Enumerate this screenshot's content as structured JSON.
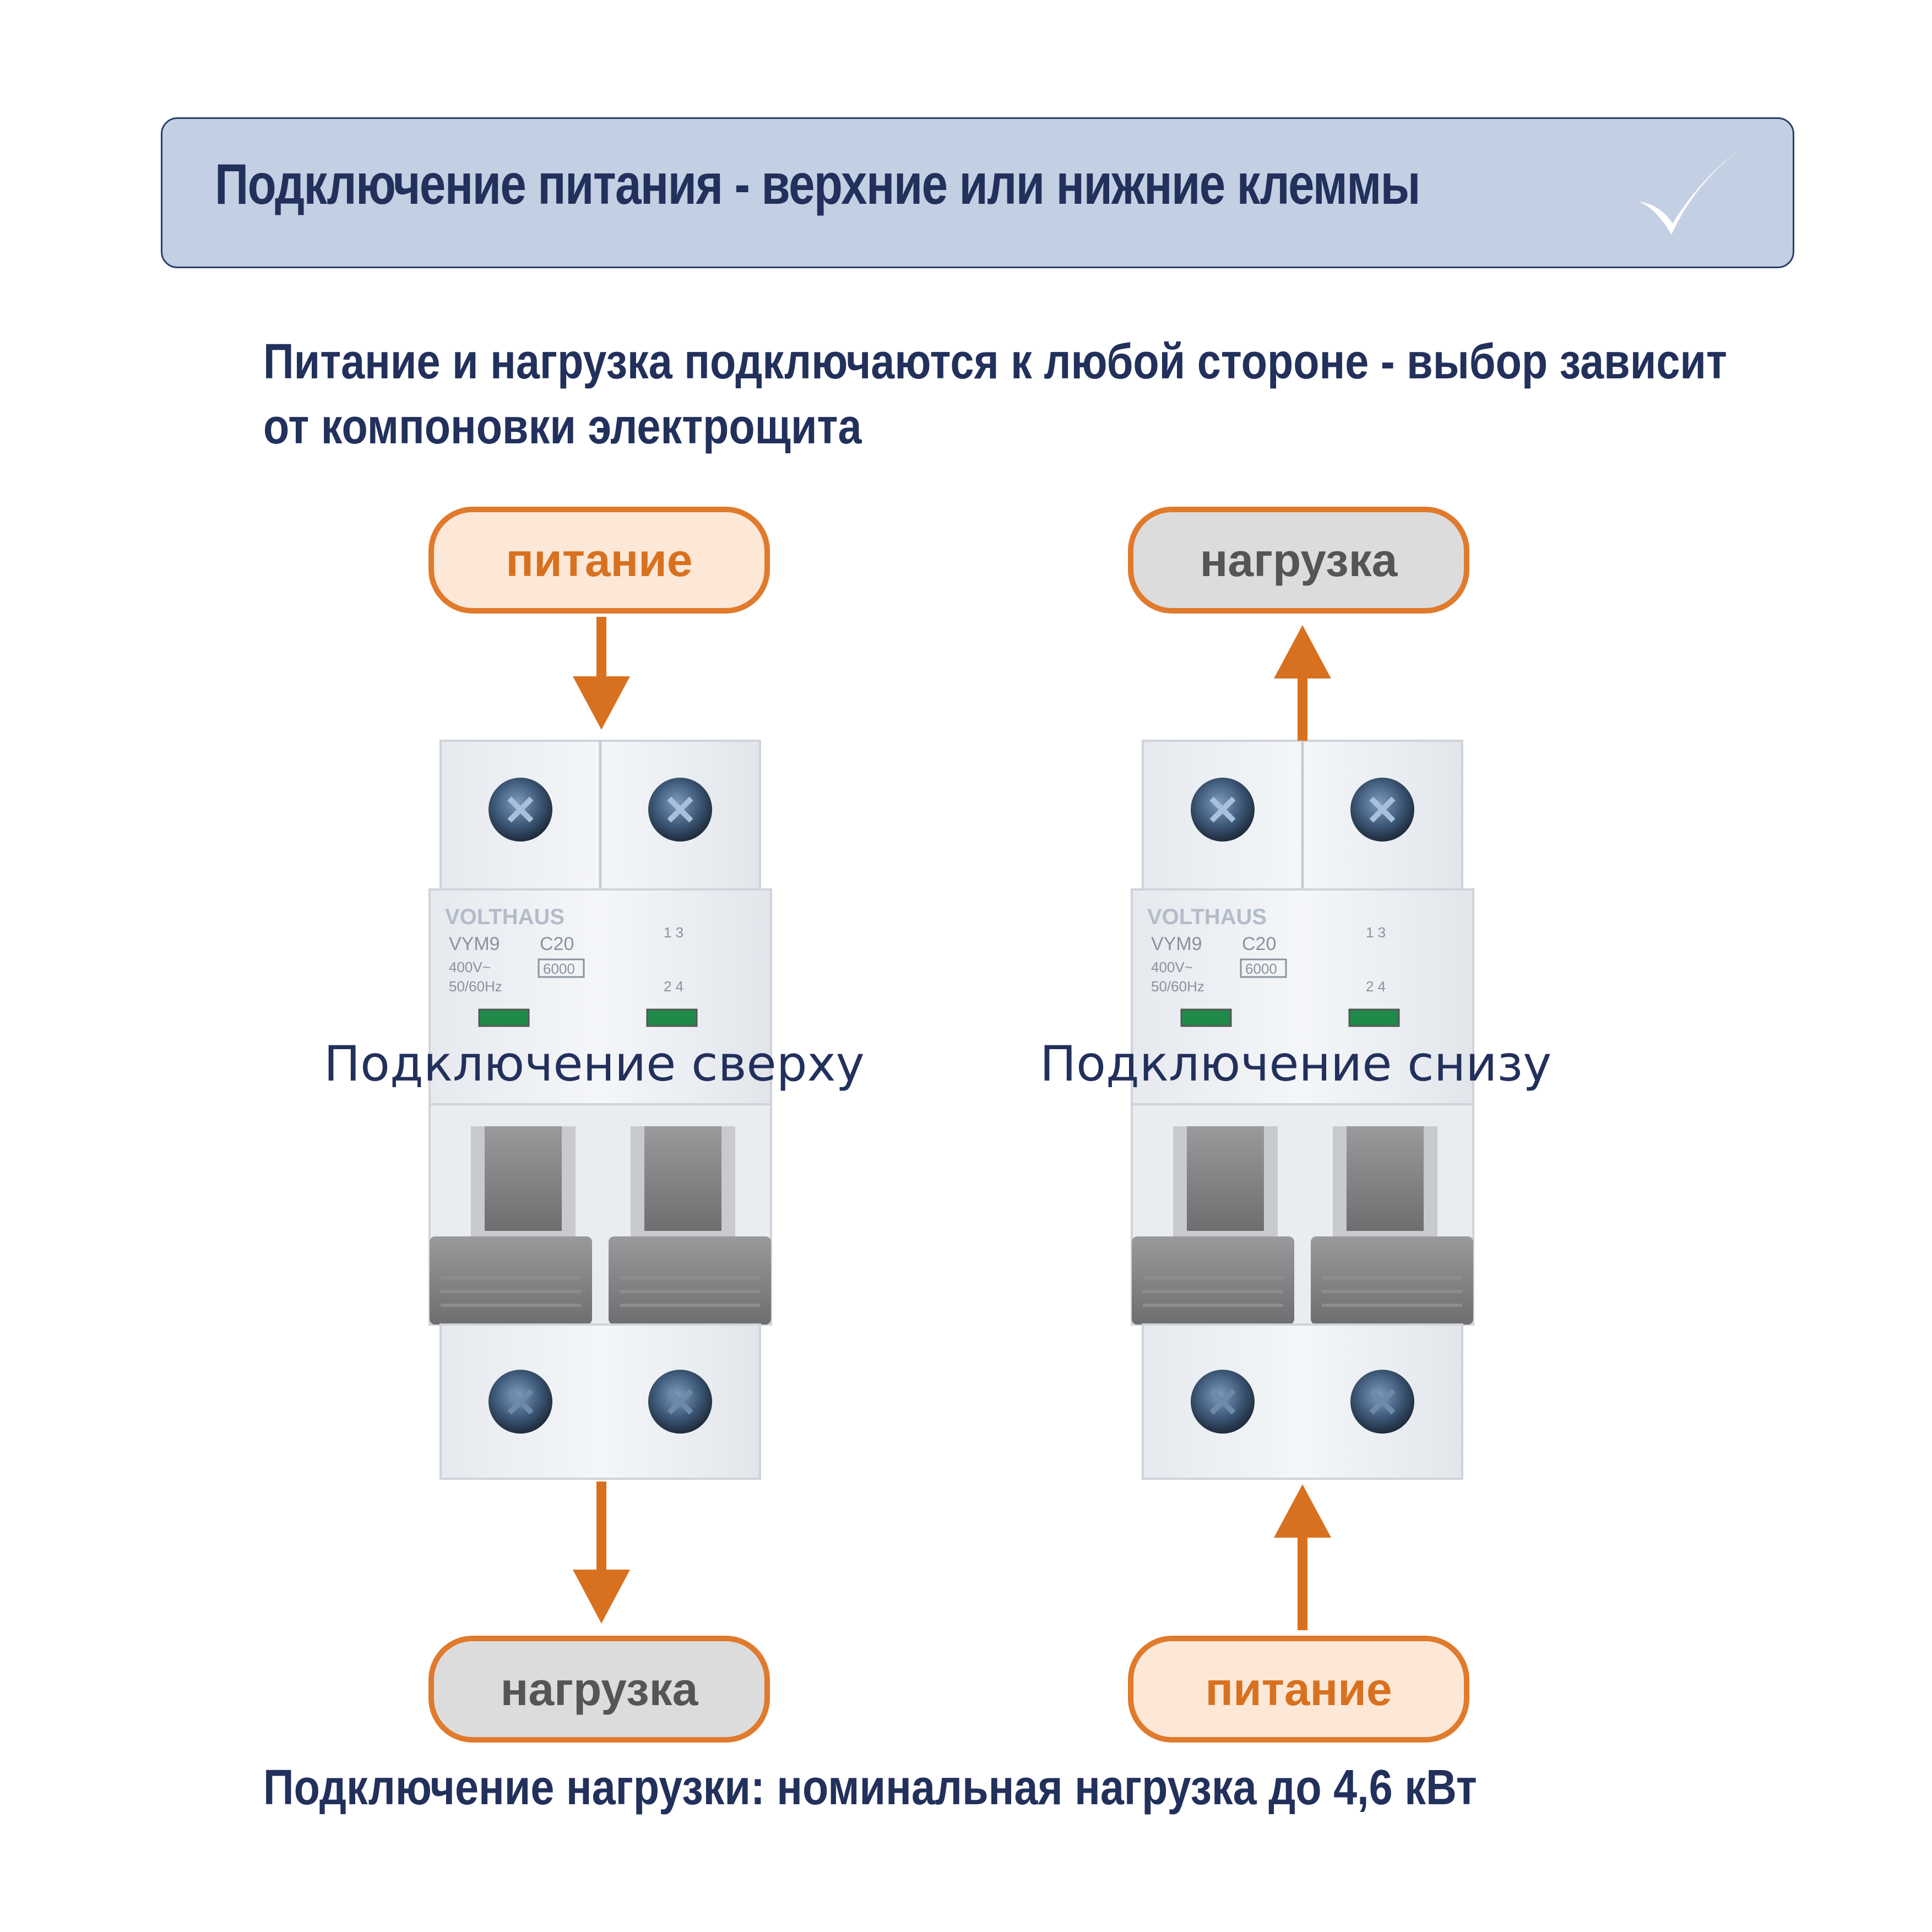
{
  "header": {
    "title": "Подключение питания - верхние или нижние клеммы"
  },
  "subtitle": {
    "line1": "Питание и нагрузка подключаются к любой стороне - выбор зависит",
    "line2": "от компоновки электрощита"
  },
  "left": {
    "top_label": "питание",
    "bottom_label": "нагрузка",
    "caption": "Подключение сверху"
  },
  "right": {
    "top_label": "нагрузка",
    "bottom_label": "питание",
    "caption": "Подключение снизу"
  },
  "breaker": {
    "brand": "VOLTHAUS",
    "model": "VYM9",
    "rating": "C20",
    "voltage": "400V~",
    "frequency": "50/60Hz",
    "breaking_capacity": "6000",
    "terminal_top": "1 3",
    "terminal_bottom": "2 4"
  },
  "footer": {
    "note": "Подключение нагрузки:  номинальная нагрузка до 4,6 кВт"
  },
  "colors": {
    "navy": "#22305c",
    "orange": "#e07a2c",
    "banner_bg": "#c3cfe2"
  }
}
